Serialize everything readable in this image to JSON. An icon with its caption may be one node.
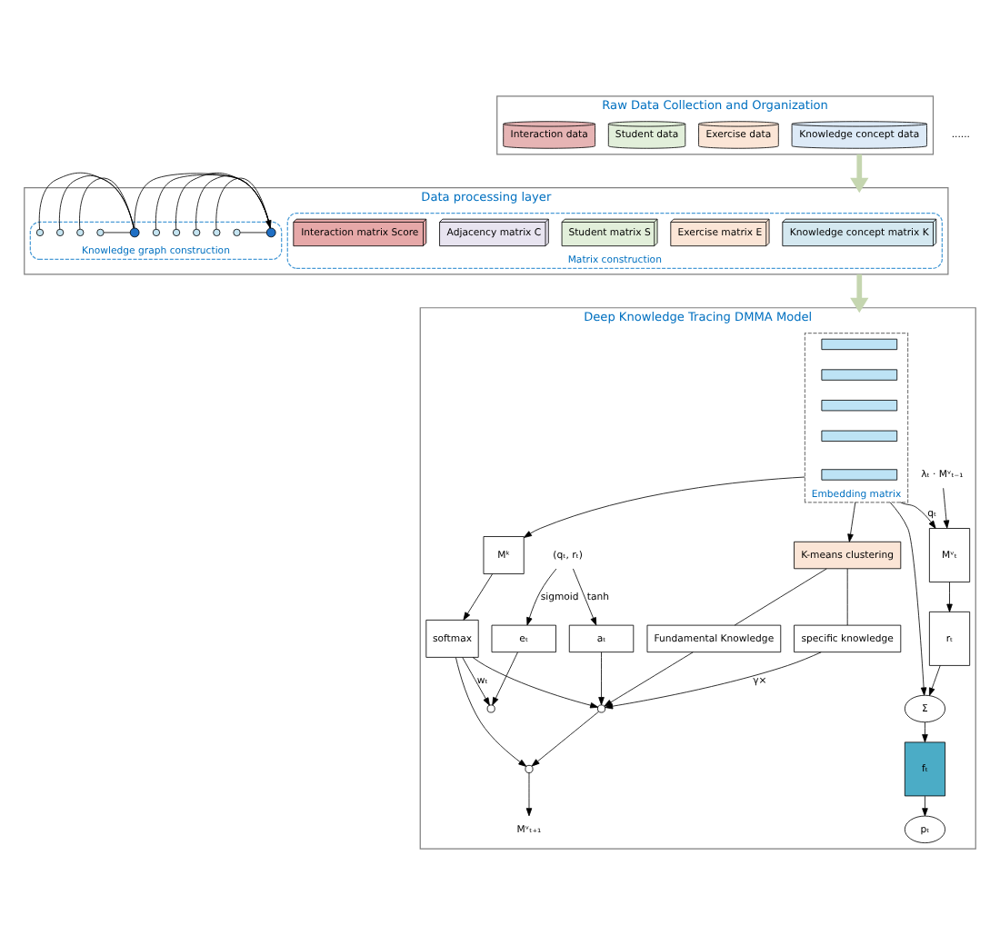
{
  "diagram": {
    "nodes": [
      {
        "text": [
          "Raw Data Collection and Organization"
        ]
      },
      {
        "text": [
          "Knowledge concept data"
        ],
        "in": 0
      },
      {
        "text": [
          "Exercise data"
        ],
        "in": 0
      },
      {
        "text": [
          "Student data"
        ],
        "in": 0
      },
      {
        "text": [
          "Interaction data"
        ],
        "in": 0
      },
      {
        "text": [
          "Data processing layer"
        ]
      },
      {
        "text": [
          "Matrix construction"
        ],
        "in": 5
      },
      {
        "text": [
          "Knowledge concept matrix K"
        ],
        "in": 6
      },
      {
        "text": [
          "Exercise matrix E"
        ],
        "in": 6
      },
      {
        "text": [
          "Student matrix S"
        ],
        "in": 6
      },
      {
        "text": [
          "Adjacency matrix C"
        ],
        "in": 6
      },
      {
        "text": [
          "Interaction matrix Score"
        ],
        "in": 6
      },
      {
        "text": [
          "Knowledge graph construction"
        ],
        "in": 5
      },
      {
        "text": [],
        "shape": "circle",
        "in": 12
      },
      {
        "text": [],
        "shape": "circle",
        "in": 12
      },
      {
        "text": [],
        "shape": "circle",
        "in": 12
      },
      {
        "text": [],
        "shape": "circle",
        "in": 12
      },
      {
        "text": [],
        "shape": "circle",
        "in": 12
      },
      {
        "text": [],
        "shape": "circle",
        "in": 12
      },
      {
        "text": [],
        "shape": "circle",
        "in": 12
      },
      {
        "text": [],
        "shape": "circle",
        "in": 12
      },
      {
        "text": [],
        "shape": "circle",
        "in": 12
      },
      {
        "text": [],
        "shape": "circle",
        "in": 12
      },
      {
        "text": [],
        "shape": "circle",
        "in": 12
      },
      {
        "text": [
          "Deep Knowledge Tracing DMMA Model"
        ]
      },
      {
        "text": [
          "Embedding matrix"
        ],
        "in": 24
      },
      {
        "text": [],
        "shape": "box",
        "in": 25
      },
      {
        "text": [],
        "shape": "box",
        "in": 25
      },
      {
        "text": [],
        "shape": "box",
        "in": 25
      },
      {
        "text": [],
        "shape": "box",
        "in": 25
      },
      {
        "text": [],
        "shape": "box",
        "in": 25
      },
      {
        "text": [
          "λₜ · Mᵛₜ₋₁"
        ],
        "in": 24
      },
      {
        "text": [
          "K-means clustering"
        ],
        "in": 24
      },
      {
        "text": [
          "Fundamental Knowledge"
        ],
        "in": 24
      },
      {
        "text": [
          "specific knowledge"
        ],
        "in": 24
      },
      {
        "text": [
          "Mᵛₜ"
        ],
        "in": 24
      },
      {
        "text": [
          "Mᵏ"
        ],
        "in": 24
      },
      {
        "text": [
          "softmax"
        ],
        "in": 24
      },
      {
        "text": [
          "rₜ"
        ],
        "in": 24
      },
      {
        "text": [
          "Σ"
        ],
        "in": 24
      },
      {
        "text": [
          "fₜ"
        ],
        "in": 24
      },
      {
        "text": [
          "pₜ"
        ],
        "in": 24
      },
      {
        "text": [
          "(qₜ, rₜ)"
        ],
        "in": 24
      },
      {
        "text": [
          "eₜ"
        ],
        "in": 24
      },
      {
        "text": [
          "aₜ"
        ],
        "in": 24
      },
      {
        "text": [],
        "shape": "circle",
        "in": 24
      },
      {
        "text": [],
        "shape": "circle",
        "in": 24
      },
      {
        "text": [],
        "shape": "circle",
        "in": 24
      },
      {
        "text": [
          "Mᵛₜ₊₁"
        ],
        "in": 24
      }
    ],
    "edges": [
      {
        "from": 0,
        "to": 5,
        "arrow": "to",
        "style": "thick",
        "color": "#c5d6b0"
      },
      {
        "from": 5,
        "to": 24,
        "arrow": "to",
        "style": "thick",
        "color": "#c5d6b0"
      },
      {
        "from": 13,
        "to": 14,
        "arrow": "none"
      },
      {
        "from": 13,
        "to": 15,
        "arrow": "none"
      },
      {
        "from": 13,
        "to": 16,
        "arrow": "none"
      },
      {
        "from": 13,
        "to": 17,
        "arrow": "none"
      },
      {
        "from": 13,
        "to": 18,
        "arrow": "none"
      },
      {
        "from": 19,
        "to": 20,
        "arrow": "none"
      },
      {
        "from": 19,
        "to": 21,
        "arrow": "none"
      },
      {
        "from": 19,
        "to": 22,
        "arrow": "none"
      },
      {
        "from": 19,
        "to": 23,
        "arrow": "none"
      },
      {
        "from": 19,
        "to": 13,
        "arrow": "to"
      },
      {
        "from": 31,
        "to": 35,
        "arrow": "to"
      },
      {
        "from": 25,
        "to": 35,
        "arrow": "to",
        "label": "qₜ"
      },
      {
        "from": 25,
        "to": 32,
        "arrow": "to"
      },
      {
        "from": 25,
        "to": 36,
        "arrow": "to"
      },
      {
        "from": 25,
        "to": 39,
        "arrow": "to"
      },
      {
        "from": 32,
        "to": 33,
        "arrow": "none"
      },
      {
        "from": 32,
        "to": 34,
        "arrow": "none"
      },
      {
        "from": 33,
        "to": 46,
        "arrow": "to"
      },
      {
        "from": 34,
        "to": 46,
        "arrow": "to",
        "label": "γ×"
      },
      {
        "from": 36,
        "to": 37,
        "arrow": "to"
      },
      {
        "from": 35,
        "to": 38,
        "arrow": "to"
      },
      {
        "from": 37,
        "to": 45,
        "arrow": "to",
        "label": "wₜ"
      },
      {
        "from": 37,
        "to": 47,
        "arrow": "to"
      },
      {
        "from": 37,
        "to": 46,
        "arrow": "to"
      },
      {
        "from": 42,
        "to": 43,
        "arrow": "to",
        "label": "sigmoid"
      },
      {
        "from": 42,
        "to": 44,
        "arrow": "to",
        "label": "tanh"
      },
      {
        "from": 43,
        "to": 45,
        "arrow": "to"
      },
      {
        "from": 44,
        "to": 46,
        "arrow": "to"
      },
      {
        "from": 46,
        "to": 47,
        "arrow": "to"
      },
      {
        "from": 47,
        "to": 48,
        "arrow": "to"
      },
      {
        "from": 38,
        "to": 39,
        "arrow": "to"
      },
      {
        "from": 39,
        "to": 40,
        "arrow": "to"
      },
      {
        "from": 40,
        "to": 41,
        "arrow": "to"
      }
    ],
    "labels": [
      "......"
    ]
  }
}
